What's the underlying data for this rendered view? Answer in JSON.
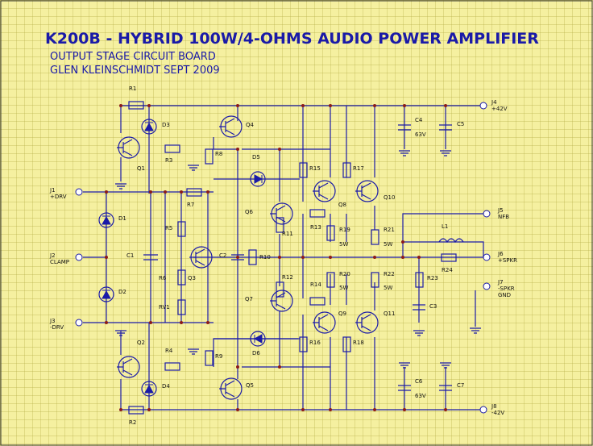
{
  "title": "K200B - HYBRID 100W/4-OHMS AUDIO POWER AMPLIFIER",
  "subtitle1": "OUTPUT STAGE CIRCUIT BOARD",
  "subtitle2": "GLEN KLEINSCHMIDT SEPT 2009",
  "colors": {
    "background": "#f5f0a0",
    "grid": "#b8b04a",
    "wire": "#1a1aa8",
    "junction": "#8b1a1a"
  },
  "connectors": {
    "j1": [
      "J1",
      "+DRV"
    ],
    "j2": [
      "J2",
      "CLAMP"
    ],
    "j3": [
      "J3",
      "-DRV"
    ],
    "j4": [
      "J4",
      "+42V"
    ],
    "j5": [
      "J5",
      "NFB"
    ],
    "j6": [
      "J6",
      "+SPKR"
    ],
    "j7": [
      "J7",
      "-SPKR",
      "GND"
    ],
    "j8": [
      "J8",
      "-42V"
    ]
  },
  "labels": {
    "r1": "R1",
    "r2": "R2",
    "r3": "R3",
    "r4": "R4",
    "r5": "R5",
    "r6": "R6",
    "r7": "R7",
    "r8": "R8",
    "r9": "R9",
    "r10": "R10",
    "r11": "R11",
    "r12": "R12",
    "r13": "R13",
    "r14": "R14",
    "r15": "R15",
    "r16": "R16",
    "r17": "R17",
    "r18": "R18",
    "r19": "R19",
    "r20": "R20",
    "r21": "R21",
    "r22": "R22",
    "r23": "R23",
    "r24": "R24",
    "rv1": "RV1",
    "c1": "C1",
    "c2": "C2",
    "c3": "C3",
    "c4": "C4",
    "c5": "C5",
    "c6": "C6",
    "c7": "C7",
    "d1": "D1",
    "d2": "D2",
    "d3": "D3",
    "d4": "D4",
    "d5": "D5",
    "d6": "D6",
    "q1": "Q1",
    "q2": "Q2",
    "q3": "Q3",
    "q4": "Q4",
    "q5": "Q5",
    "q6": "Q6",
    "q7": "Q7",
    "q8": "Q8",
    "q9": "Q9",
    "q10": "Q10",
    "q11": "Q11",
    "l1": "L1",
    "v63a": "63V",
    "v63b": "63V",
    "sw19": "5W",
    "sw20": "5W",
    "sw21": "5W",
    "sw22": "5W"
  }
}
